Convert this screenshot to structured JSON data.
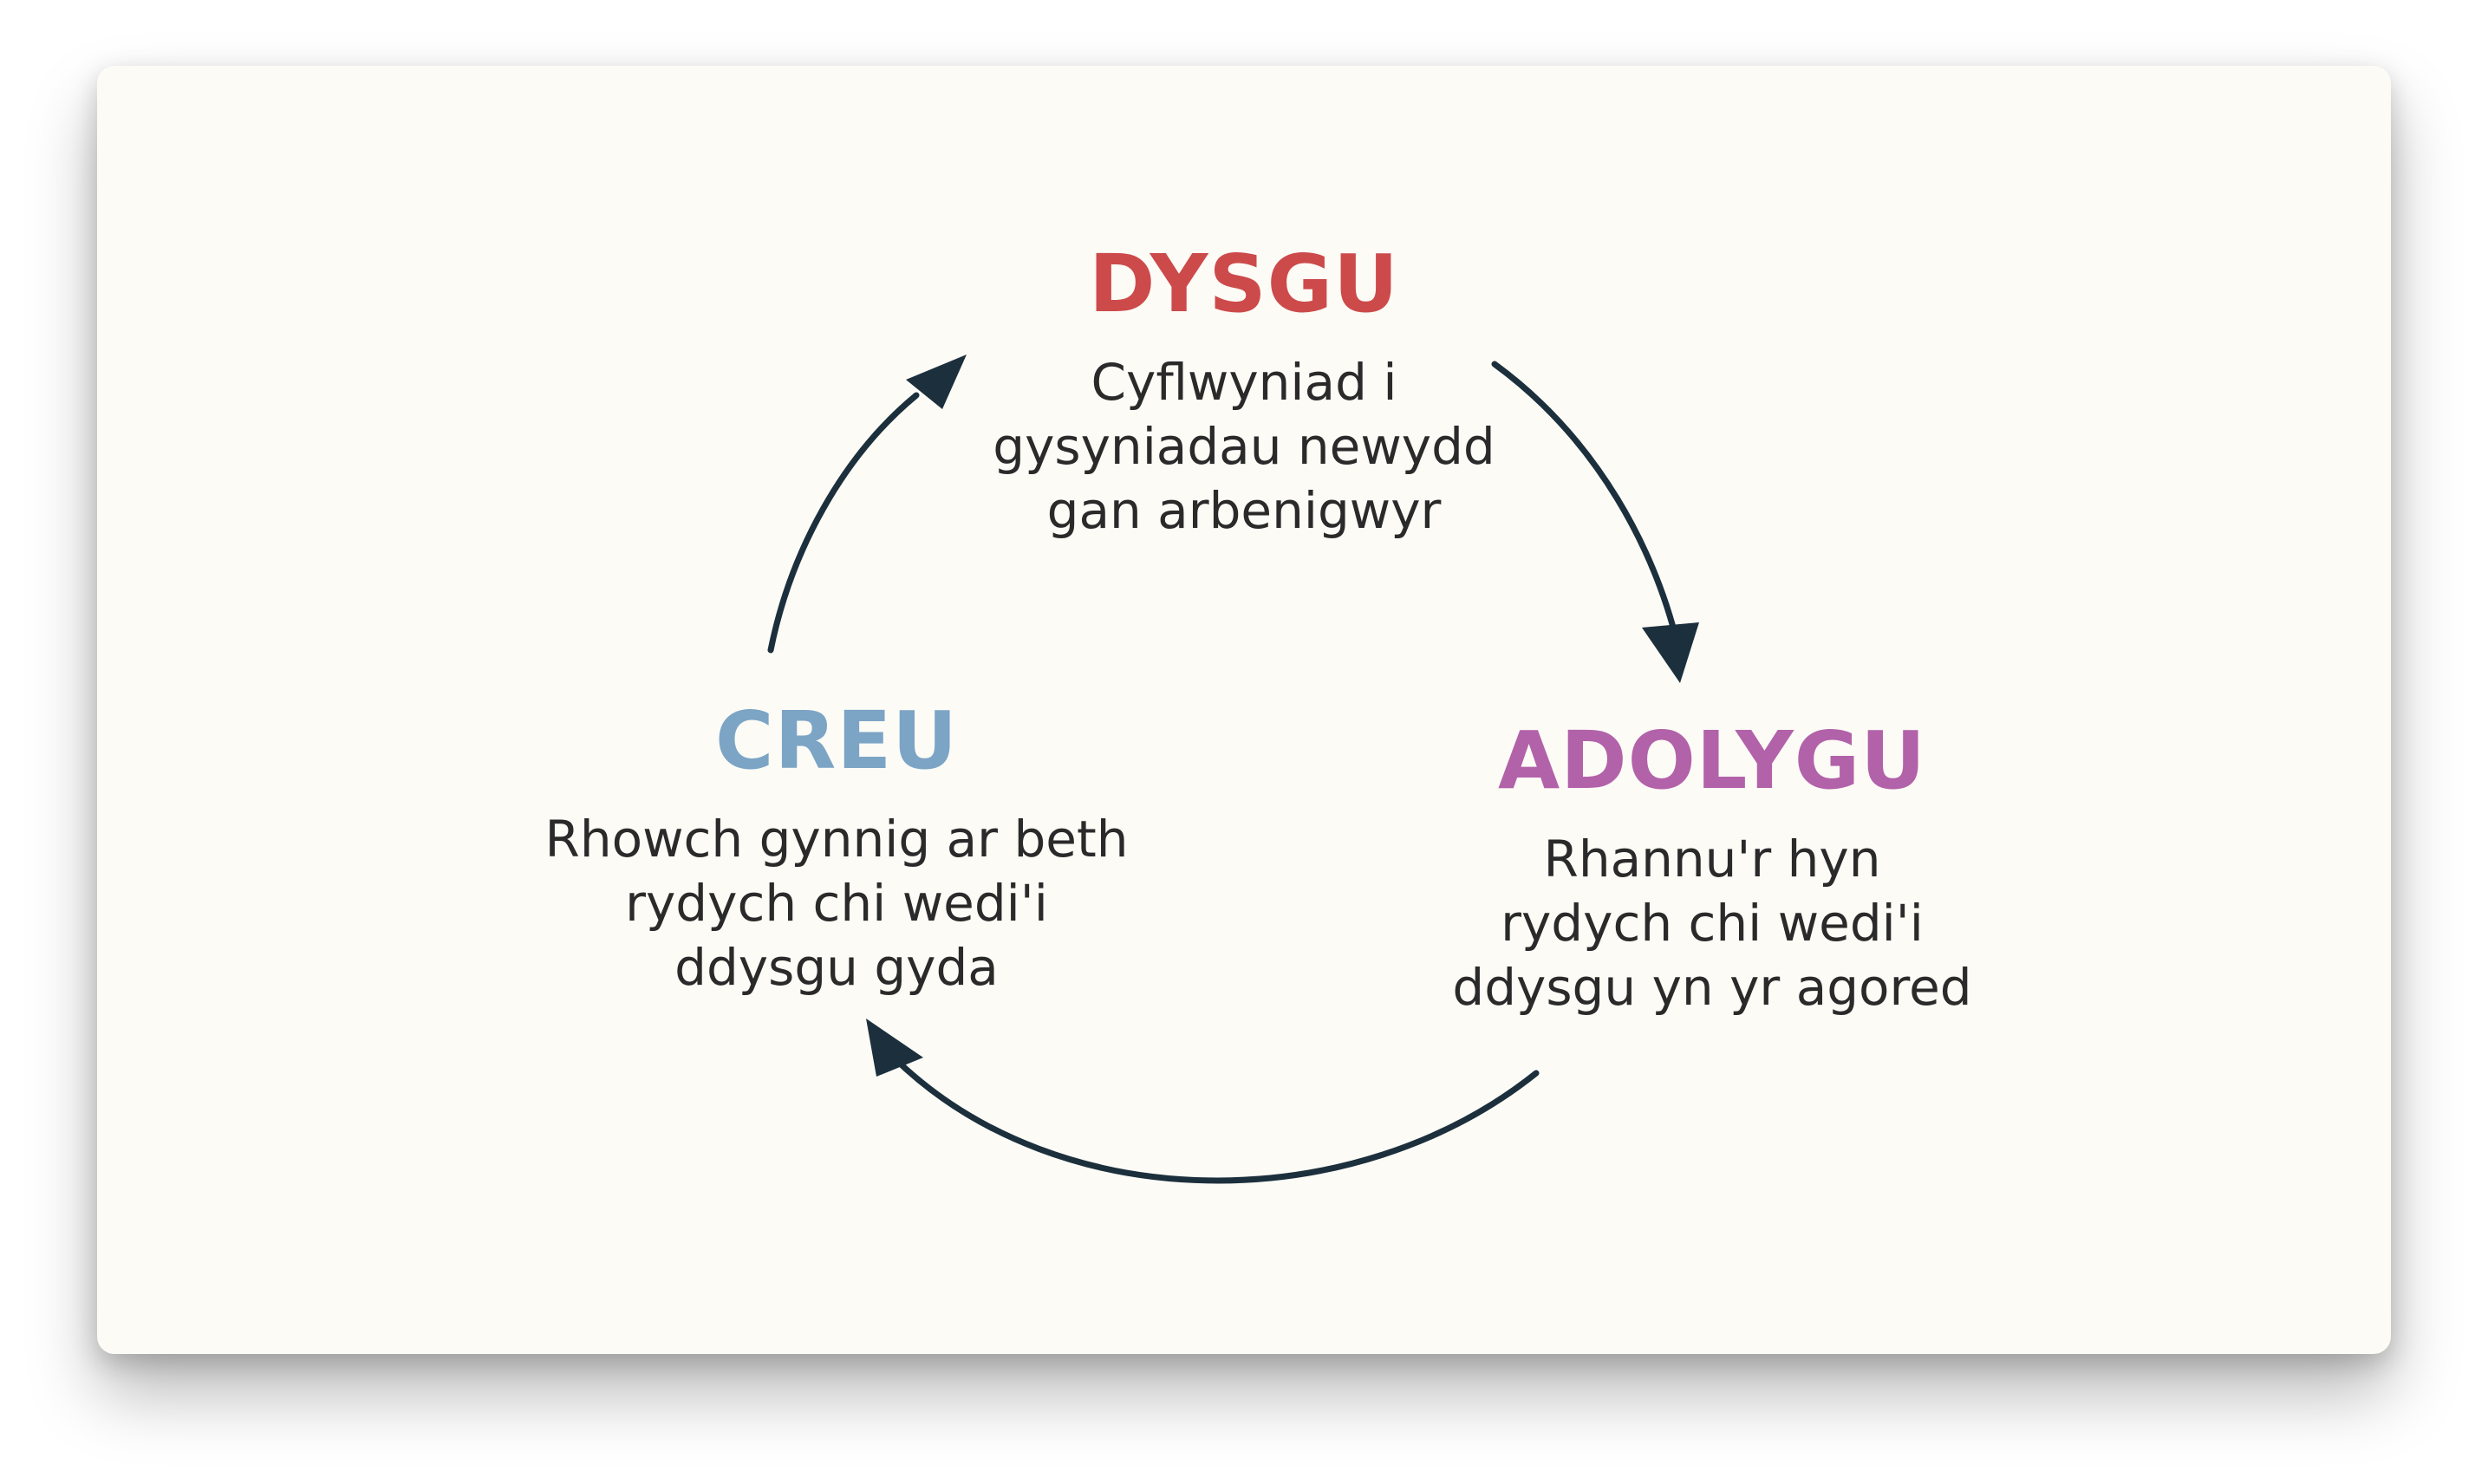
{
  "colors": {
    "card_background": "#fcfbf6",
    "arrow": "#1c2f3c",
    "dysgu": "#cd4a4b",
    "adolygu": "#b262a9",
    "creu": "#7ca4c5",
    "body_text": "#2a2a2a"
  },
  "cycle": {
    "dysgu": {
      "title": "DYSGU",
      "lines": [
        "Cyflwyniad i",
        "gysyniadau newydd",
        "gan arbenigwyr"
      ]
    },
    "adolygu": {
      "title": "ADOLYGU",
      "lines": [
        "Rhannu'r hyn",
        "rydych chi wedi'i",
        "ddysgu yn yr agored"
      ]
    },
    "creu": {
      "title": "CREU",
      "lines": [
        "Rhowch gynnig ar beth",
        "rydych chi wedi'i",
        "ddysgu gyda"
      ]
    }
  }
}
